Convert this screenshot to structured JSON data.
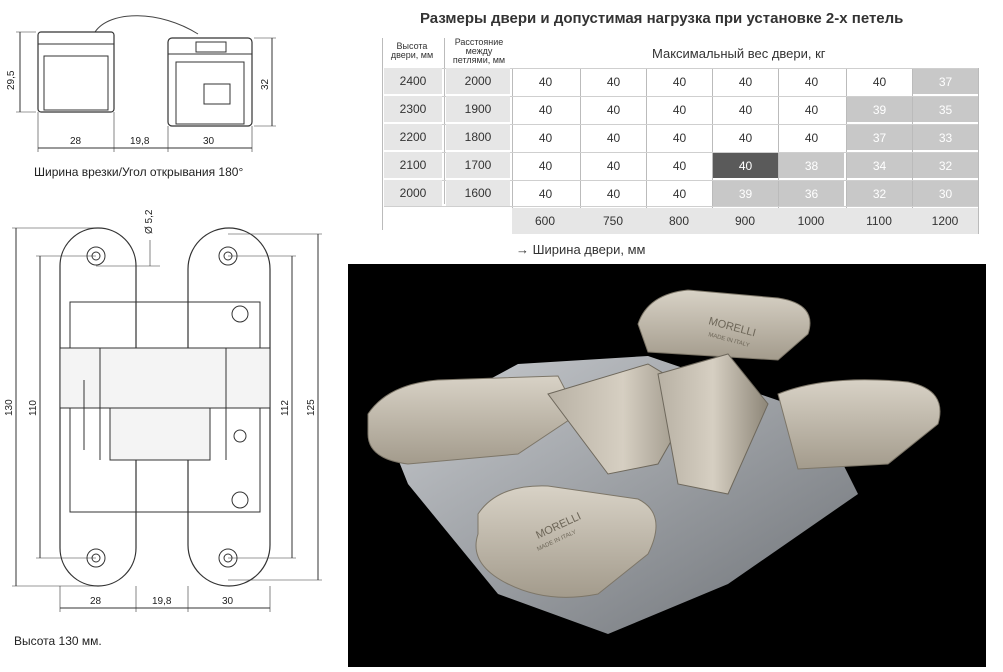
{
  "top_view": {
    "height_left": "29,5",
    "height_right": "32",
    "width_a": "28",
    "width_b": "19,8",
    "width_c": "30",
    "caption": "Ширина врезки/Угол открывания 180°"
  },
  "front_view": {
    "hole_dia": "Ø 5,2",
    "dim_130": "130",
    "dim_110": "110",
    "dim_112": "112",
    "dim_125": "125",
    "width_a": "28",
    "width_b": "19,8",
    "width_c": "30",
    "caption": "Высота 130 мм."
  },
  "table": {
    "title": "Размеры двери и допустимая нагрузка при установке 2-х петель",
    "col_height": "Высота двери, мм",
    "col_distance": "Расстояние между петлями, мм",
    "weight_header": "Максимальный вес двери, кг",
    "width_label": "→ Ширина двери, мм",
    "widths": [
      "600",
      "750",
      "800",
      "900",
      "1000",
      "1100",
      "1200"
    ],
    "rows": [
      {
        "height": "2400",
        "distance": "2000",
        "values": [
          "40",
          "40",
          "40",
          "40",
          "40",
          "40",
          "37"
        ]
      },
      {
        "height": "2300",
        "distance": "1900",
        "values": [
          "40",
          "40",
          "40",
          "40",
          "40",
          "39",
          "35"
        ]
      },
      {
        "height": "2200",
        "distance": "1800",
        "values": [
          "40",
          "40",
          "40",
          "40",
          "40",
          "37",
          "33"
        ]
      },
      {
        "height": "2100",
        "distance": "1700",
        "values": [
          "40",
          "40",
          "40",
          "40",
          "38",
          "34",
          "32"
        ]
      },
      {
        "height": "2000",
        "distance": "1600",
        "values": [
          "40",
          "40",
          "40",
          "39",
          "36",
          "32",
          "30"
        ]
      }
    ],
    "shading": [
      [
        "none",
        "none",
        "none",
        "none",
        "none",
        "none",
        "light"
      ],
      [
        "none",
        "none",
        "none",
        "none",
        "none",
        "light",
        "light"
      ],
      [
        "none",
        "none",
        "none",
        "none",
        "none",
        "light",
        "light"
      ],
      [
        "none",
        "none",
        "none",
        "dark",
        "light",
        "light",
        "light"
      ],
      [
        "none",
        "none",
        "none",
        "light",
        "light",
        "light",
        "light"
      ]
    ],
    "colors": {
      "light": "#c8c8c8",
      "dark": "#5a5a5a",
      "row": "#e6e6e6"
    }
  },
  "photo": {
    "brand": "MORELLI",
    "made_in": "MADE IN ITALY"
  }
}
